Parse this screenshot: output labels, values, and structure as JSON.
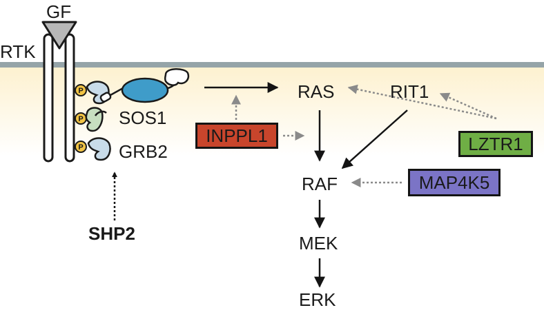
{
  "labels": {
    "gf": "GF",
    "rtk": "RTK",
    "sos1": "SOS1",
    "grb2": "GRB2",
    "shp2": "SHP2",
    "ras": "RAS",
    "rit1": "RIT1",
    "raf": "RAF",
    "mek": "MEK",
    "erk": "ERK",
    "phospho": "P"
  },
  "modifiers": {
    "inppl1": {
      "text": "INPPL1",
      "color": "#c8452c"
    },
    "lztr1": {
      "text": "LZTR1",
      "color": "#6fae45"
    },
    "map4k5": {
      "text": "MAP4K5",
      "color": "#7b74c6"
    }
  },
  "colors": {
    "membrane": "#95a4a8",
    "cytoplasm_top": "#fdf1cf",
    "sos1_body": "#3f9cc9",
    "grb2_domain": "#c8dbe9",
    "sh2_domain": "#c7dfc0",
    "phospho_circle": "#f2c445",
    "solid_arrow": "#141414",
    "dotted_arrow": "#8a8a8a"
  }
}
